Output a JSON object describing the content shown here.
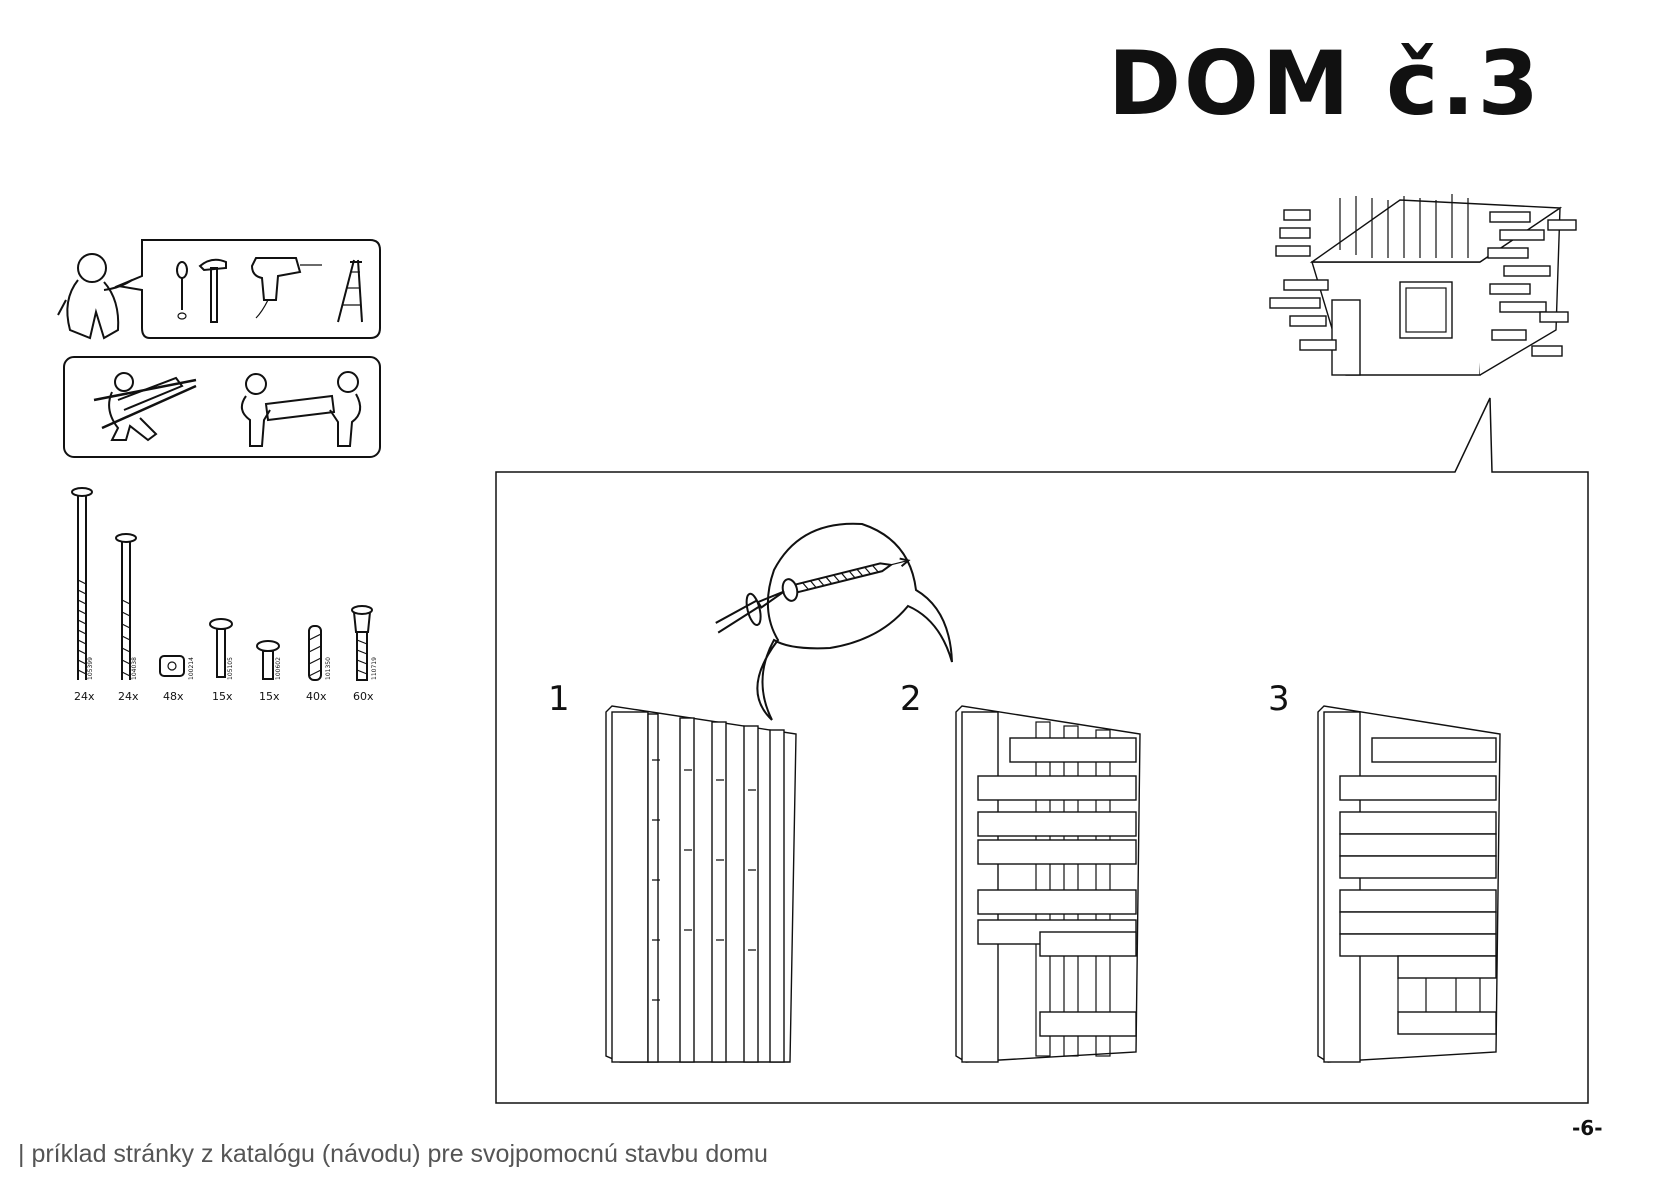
{
  "title": "DOM č.3",
  "page_number": "-6-",
  "caption": "| príklad stránky z katalógu (návodu) pre svojpomocnú stavbu domu",
  "hardware": [
    {
      "qty": "24x",
      "code": "105399"
    },
    {
      "qty": "24x",
      "code": "104038"
    },
    {
      "qty": "48x",
      "code": "100214"
    },
    {
      "qty": "15x",
      "code": "105105"
    },
    {
      "qty": "15x",
      "code": "100602"
    },
    {
      "qty": "40x",
      "code": "101350"
    },
    {
      "qty": "60x",
      "code": "110719"
    }
  ],
  "steps": [
    "1",
    "2",
    "3"
  ],
  "icons": [
    "person-speech-icon",
    "screwdriver-icon",
    "hammer-icon",
    "drill-icon",
    "ladder-icon",
    "one-person-lift-crossed-icon",
    "two-person-lift-icon",
    "screw-detail-icon",
    "house-icon"
  ]
}
